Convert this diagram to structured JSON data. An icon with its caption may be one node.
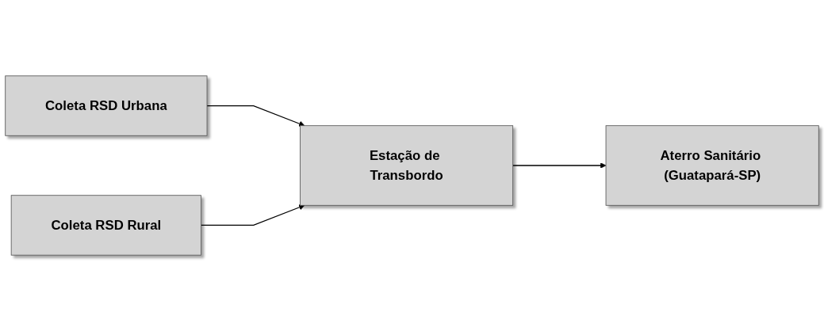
{
  "diagram": {
    "nodes": [
      {
        "text": [
          "Coleta RSD Urbana"
        ]
      },
      {
        "text": [
          "Coleta RSD Rural"
        ]
      },
      {
        "text": [
          "Estação de Transbordo"
        ]
      },
      {
        "text": [
          "Aterro Sanitário (Guatapará-SP)"
        ]
      }
    ],
    "edges": [
      {
        "from": 0,
        "to": 2,
        "arrow": "to"
      },
      {
        "from": 1,
        "to": 2,
        "arrow": "to"
      },
      {
        "from": 2,
        "to": 3,
        "arrow": "to"
      }
    ]
  }
}
